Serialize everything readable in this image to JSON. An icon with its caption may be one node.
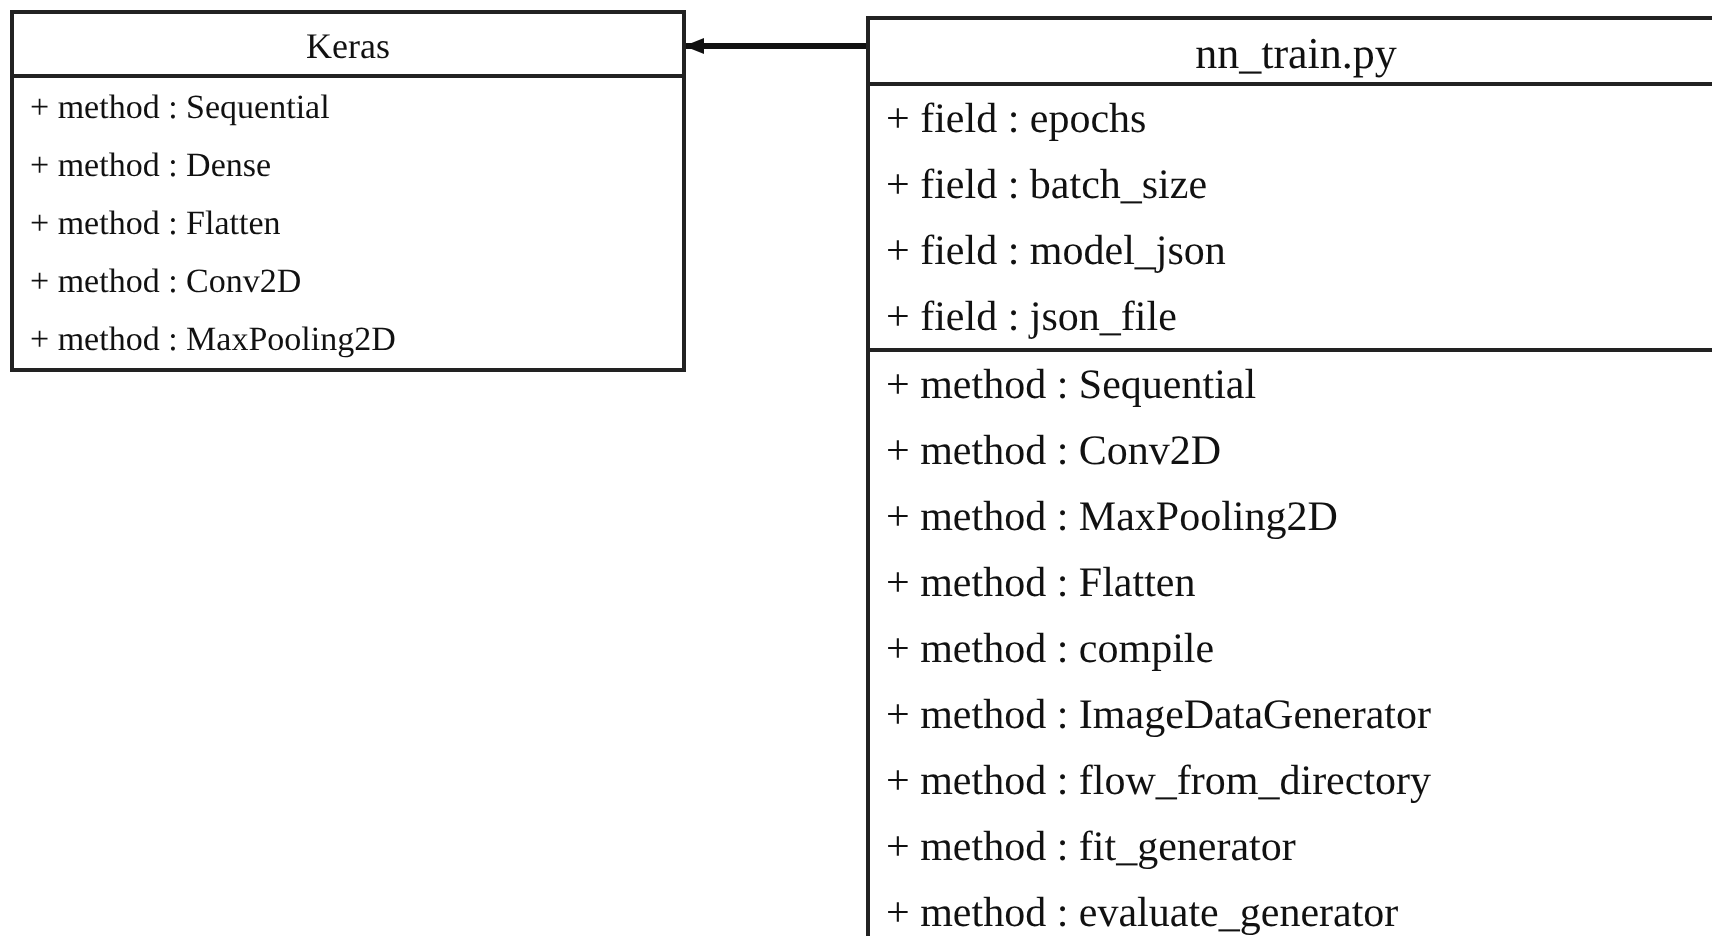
{
  "diagram": {
    "nodes": [
      {
        "text": [
          "Keras"
        ]
      },
      {
        "text": [
          "+ method : Sequential",
          "+ method : Dense",
          "+ method : Flatten",
          "+ method : Conv2D",
          "+ method : MaxPooling2D"
        ],
        "in": 0
      },
      {
        "text": [
          "nn_train.py"
        ]
      },
      {
        "text": [
          "+ field : epochs",
          "+ field : batch_size",
          "+ field : model_json",
          "+ field : json_file"
        ],
        "in": 2
      },
      {
        "text": [
          "+ method : Sequential",
          "+ method : Conv2D",
          "+ method : MaxPooling2D",
          "+ method : Flatten",
          "+ method : compile",
          "+ method : ImageDataGenerator",
          "+ method : flow_from_directory",
          "+ method : fit_generator",
          "+ method : evaluate_generator"
        ],
        "in": 2
      }
    ],
    "edges": [
      {
        "from": 2,
        "to": 0,
        "arrow": "to"
      }
    ]
  }
}
